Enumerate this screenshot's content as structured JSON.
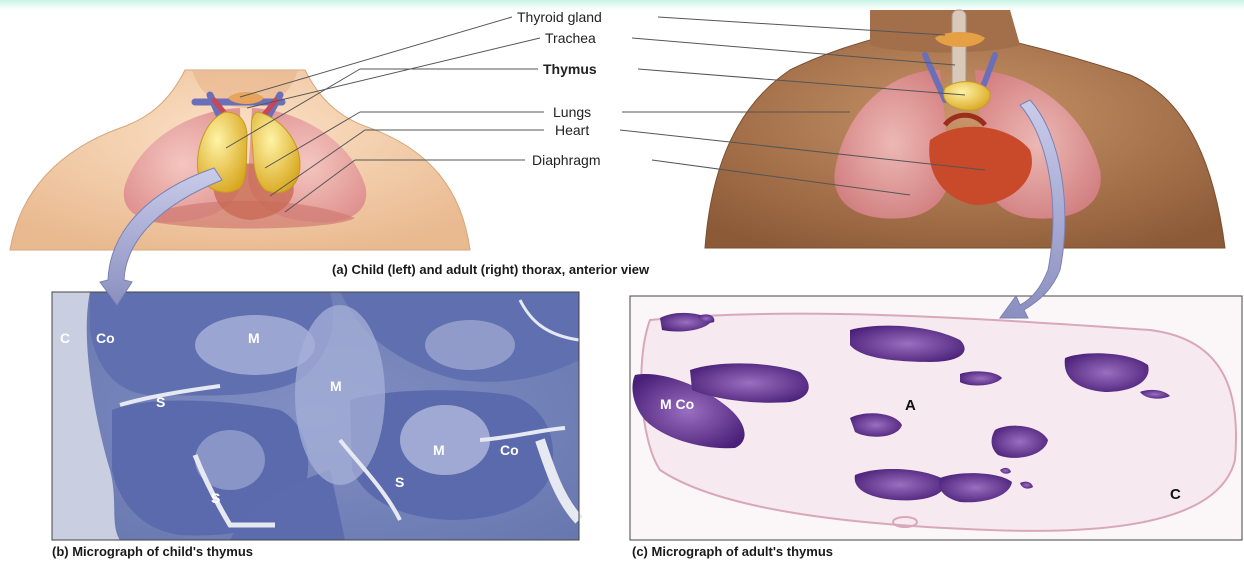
{
  "labels": {
    "thyroid": "Thyroid gland",
    "trachea": "Trachea",
    "thymus": "Thymus",
    "lungs": "Lungs",
    "heart": "Heart",
    "diaphragm": "Diaphragm"
  },
  "captions": {
    "a": "(a)  Child (left) and adult (right) thorax, anterior view",
    "b": "(b)  Micrograph of child's thymus",
    "c": "(c)  Micrograph of adult's thymus"
  },
  "child_micrograph": {
    "c": "C",
    "co1": "Co",
    "m1": "M",
    "m2": "M",
    "s1": "S",
    "m3": "M",
    "co2": "Co",
    "s2": "S",
    "s3": "S"
  },
  "adult_micrograph": {
    "mco": "M Co",
    "a": "A",
    "c": "C"
  },
  "colors": {
    "band": "#c8f5e6",
    "skin_child": "#f6d3b2",
    "skin_adult": "#b58157",
    "lung": "#e8a1a6",
    "thymus": "#f0cf4a",
    "heart": "#c84a2a",
    "tissue_child": "#5d6fae",
    "tissue_adult": "#5a2f83",
    "arrow": "#9ba0c8"
  }
}
